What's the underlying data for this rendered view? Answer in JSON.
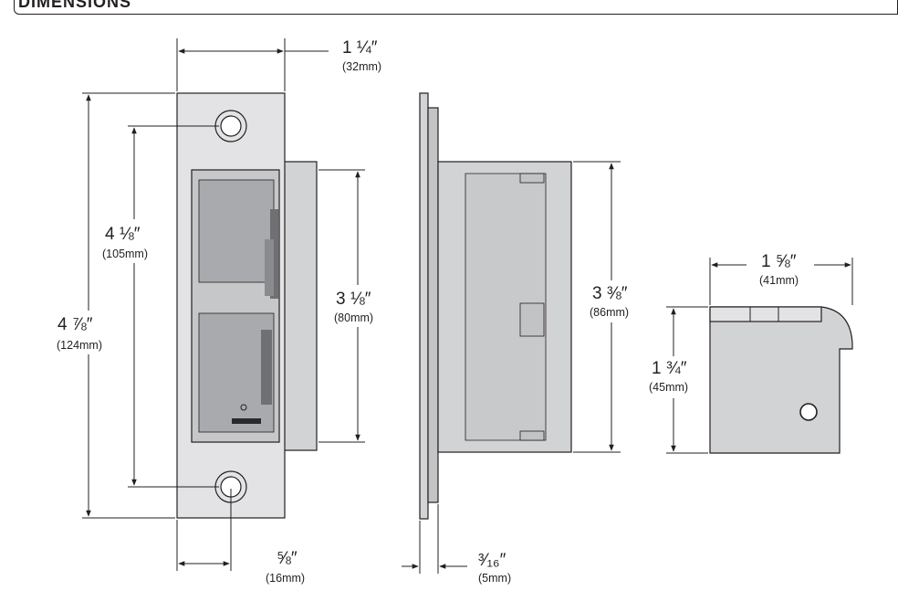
{
  "header": {
    "title": "DIMENSIONS"
  },
  "dims": {
    "faceplate_width": {
      "main": "1 ¼″",
      "sub": "(32mm)"
    },
    "hole_spacing": {
      "main": "4 ⅛″",
      "sub": "(105mm)"
    },
    "overall_height": {
      "main": "4 ⅞″",
      "sub": "(124mm)"
    },
    "body_height_front": {
      "main": "3 ⅛″",
      "sub": "(80mm)"
    },
    "hole_offset": {
      "main": "⅝″",
      "sub": "(16mm)"
    },
    "body_height_side": {
      "main": "3 ⅜″",
      "sub": "(86mm)"
    },
    "plate_thickness": {
      "main": "³⁄₁₆″",
      "sub": "(5mm)"
    },
    "end_depth": {
      "main": "1 ⅝″",
      "sub": "(41mm)"
    },
    "end_height": {
      "main": "1 ¾″",
      "sub": "(45mm)"
    }
  },
  "colors": {
    "line": "#231f20",
    "plate": "#e3e3e5",
    "body": "#d2d3d5",
    "dark": "#8a8b8e"
  }
}
